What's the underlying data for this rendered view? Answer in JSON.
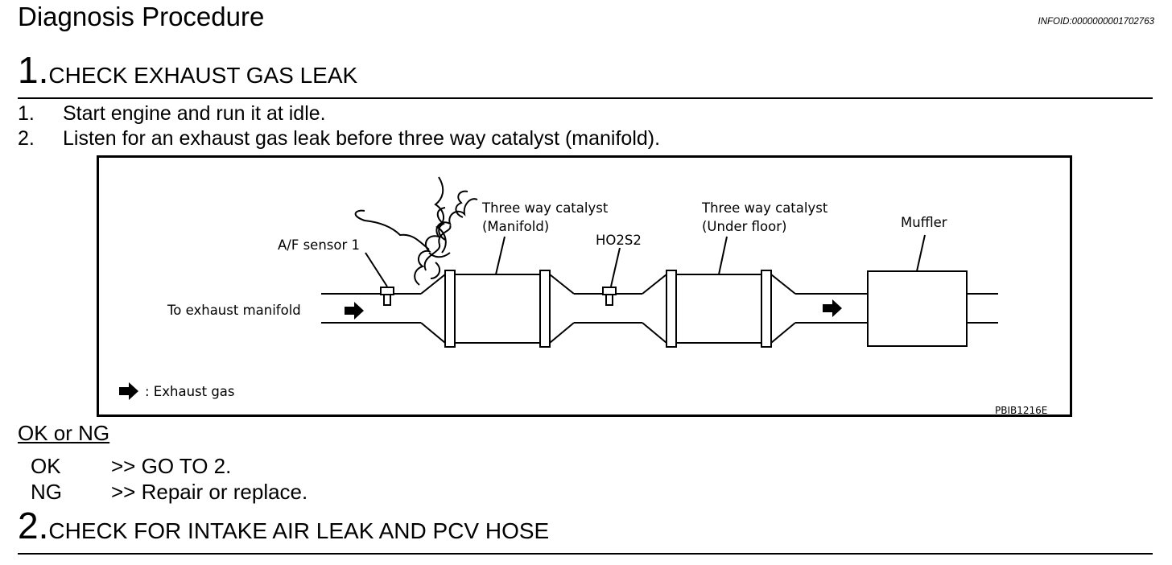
{
  "header": {
    "title": "Diagnosis Procedure",
    "infoid": "INFOID:0000000001702763"
  },
  "steps": [
    {
      "number": "1.",
      "title": "CHECK EXHAUST GAS LEAK",
      "items": [
        {
          "n": "1.",
          "text": "Start engine and run it at idle."
        },
        {
          "n": "2.",
          "text": "Listen for an exhaust gas leak before three way catalyst (manifold)."
        }
      ]
    },
    {
      "number": "2.",
      "title": "CHECK FOR INTAKE AIR LEAK AND PCV HOSE"
    }
  ],
  "figure": {
    "labels": {
      "to_manifold": "To exhaust manifold",
      "af_sensor": "A/F sensor 1",
      "twc_manifold_1": "Three way catalyst",
      "twc_manifold_2": "(Manifold)",
      "ho2s2": "HO2S2",
      "twc_under_1": "Three way catalyst",
      "twc_under_2": "(Under floor)",
      "muffler": "Muffler",
      "legend": ": Exhaust gas",
      "code": "PBIB1216E"
    }
  },
  "result": {
    "heading": "OK or NG",
    "rows": [
      {
        "status": "OK",
        "action": ">> GO TO 2."
      },
      {
        "status": "NG",
        "action": ">> Repair or replace."
      }
    ]
  }
}
